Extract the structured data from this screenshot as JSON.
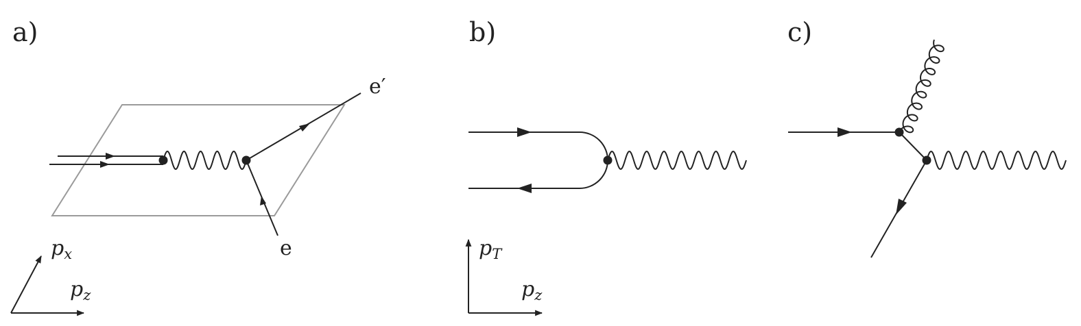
{
  "panels": {
    "a": {
      "label": "a)",
      "outgoing_electron": "e′",
      "incoming_electron": "e",
      "axis_vertical": "p",
      "axis_vertical_sub": "x",
      "axis_horizontal": "p",
      "axis_horizontal_sub": "z"
    },
    "b": {
      "label": "b)",
      "axis_vertical": "p",
      "axis_vertical_sub": "T",
      "axis_horizontal": "p",
      "axis_horizontal_sub": "z"
    },
    "c": {
      "label": "c)"
    }
  },
  "colors": {
    "ink": "#222222",
    "plane": "#9a9a9a"
  }
}
